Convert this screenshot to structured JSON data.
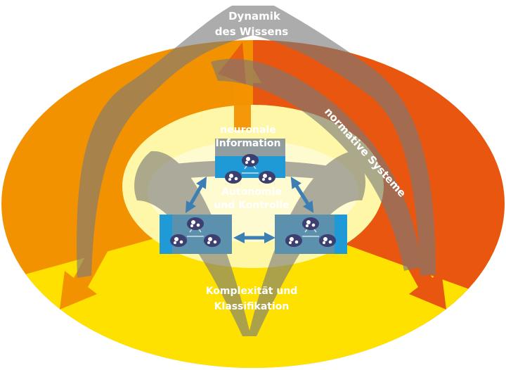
{
  "labels": {
    "dynamik_line1": "Dynamik",
    "dynamik_line2": "des Wissens",
    "normative": "normative Systeme",
    "neuronale_line1": "neuronale",
    "neuronale_line2": "Information",
    "autonomie_line1": "Autonomie",
    "autonomie_line2": "und Kontrolle",
    "komplex_line1": "Komplexität und",
    "komplex_line2": "Klassifikation"
  },
  "colors": {
    "yellow": "#ffe100",
    "orange": "#f39200",
    "orange_red": "#e8560f",
    "light_yellow": "#fff7a8",
    "pale_yellow": "#fffbd0",
    "gray_overlay": "#7a7a7a",
    "blue_box": "#1f9ad6",
    "node_dark": "#3d3f70",
    "arrow_blue": "#3b7fb4"
  },
  "network_icons": [
    {
      "id": "top"
    },
    {
      "id": "left"
    },
    {
      "id": "right"
    }
  ]
}
